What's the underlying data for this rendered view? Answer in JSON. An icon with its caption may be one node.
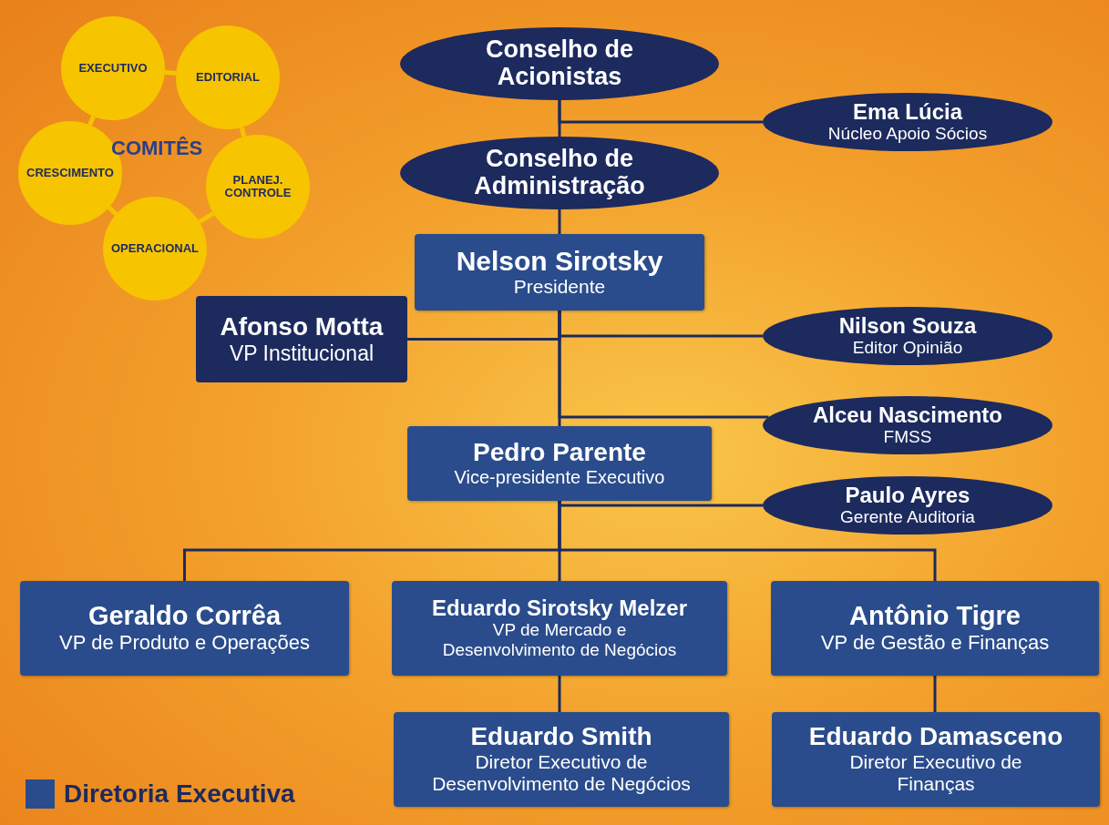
{
  "diagram": {
    "nodes": [
      {
        "text": [
          "EXECUTIVO"
        ]
      },
      {
        "text": [
          "EDITORIAL"
        ]
      },
      {
        "text": [
          "CRESCIMENTO"
        ]
      },
      {
        "text": [
          "PLANEJ. CONTROLE"
        ]
      },
      {
        "text": [
          "OPERACIONAL"
        ]
      },
      {
        "text": [
          "Conselho de Acionistas"
        ]
      },
      {
        "text": [
          "Ema Lúcia",
          "Núcleo Apoio Sócios"
        ]
      },
      {
        "text": [
          "Conselho de Administração"
        ]
      },
      {
        "text": [
          "Nelson Sirotsky",
          "Presidente"
        ]
      },
      {
        "text": [
          "Afonso Motta",
          "VP Institucional"
        ]
      },
      {
        "text": [
          "Nilson Souza",
          "Editor Opinião"
        ]
      },
      {
        "text": [
          "Alceu Nascimento",
          "FMSS"
        ]
      },
      {
        "text": [
          "Pedro Parente",
          "Vice-presidente Executivo"
        ]
      },
      {
        "text": [
          "Paulo Ayres",
          "Gerente Auditoria"
        ]
      },
      {
        "text": [
          "Geraldo Corrêa",
          "VP de Produto e Operações"
        ]
      },
      {
        "text": [
          "Eduardo Sirotsky Melzer",
          "VP de Mercado e Desenvolvimento de Negócios"
        ]
      },
      {
        "text": [
          "Antônio Tigre",
          "VP de Gestão e Finanças"
        ]
      },
      {
        "text": [
          "Eduardo Smith",
          "Diretor Executivo de Desenvolvimento de Negócios"
        ]
      },
      {
        "text": [
          "Eduardo Damasceno",
          "Diretor Executivo de Finanças"
        ]
      }
    ],
    "edges": [
      {
        "from": 0,
        "to": 1,
        "arrow": "none",
        "color": "#f5c400"
      },
      {
        "from": 1,
        "to": 3,
        "arrow": "none",
        "color": "#f5c400"
      },
      {
        "from": 3,
        "to": 4,
        "arrow": "none",
        "color": "#f5c400"
      },
      {
        "from": 4,
        "to": 2,
        "arrow": "none",
        "color": "#f5c400"
      },
      {
        "from": 2,
        "to": 0,
        "arrow": "none",
        "color": "#f5c400"
      },
      {
        "from": 5,
        "to": 7,
        "arrow": "none"
      },
      {
        "from": 5,
        "to": 6,
        "arrow": "none"
      },
      {
        "from": 7,
        "to": 8,
        "arrow": "none"
      },
      {
        "from": 8,
        "to": 9,
        "arrow": "none"
      },
      {
        "from": 8,
        "to": 10,
        "arrow": "none"
      },
      {
        "from": 8,
        "to": 11,
        "arrow": "none"
      },
      {
        "from": 8,
        "to": 12,
        "arrow": "none"
      },
      {
        "from": 12,
        "to": 13,
        "arrow": "none"
      },
      {
        "from": 12,
        "to": 14,
        "arrow": "none"
      },
      {
        "from": 12,
        "to": 15,
        "arrow": "none"
      },
      {
        "from": 12,
        "to": 16,
        "arrow": "none"
      },
      {
        "from": 15,
        "to": 17,
        "arrow": "none"
      },
      {
        "from": 16,
        "to": 18,
        "arrow": "none"
      }
    ],
    "labels": [
      "COMITÊS"
    ],
    "legend": [
      {
        "text": "Diretoria Executiva",
        "color": "#2a4c8c"
      }
    ]
  }
}
